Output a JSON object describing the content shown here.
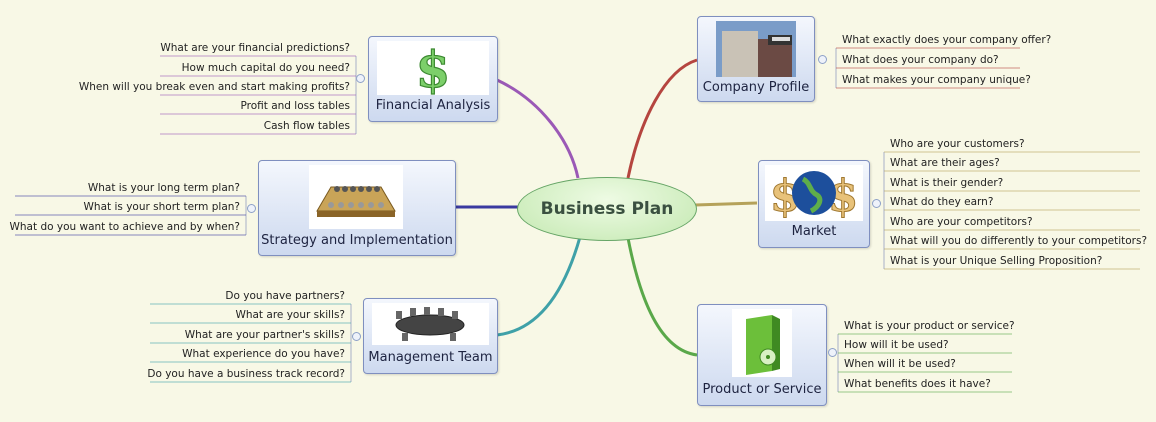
{
  "central_topic": "Business Plan",
  "branches": [
    {
      "id": "financial",
      "label": "Financial Analysis",
      "icon": "dollar-sign-icon",
      "color": "#9b59b6",
      "items": [
        "What are your financial predictions?",
        "How much capital do you need?",
        "When will you break even and start making profits?",
        "Profit and loss tables",
        "Cash flow tables"
      ]
    },
    {
      "id": "strategy",
      "label": "Strategy and Implementation",
      "icon": "chessboard-icon",
      "color": "#3a3aa0",
      "items": [
        "What is your long term plan?",
        "What is your short term plan?",
        "What do you want to achieve and by when?"
      ]
    },
    {
      "id": "management",
      "label": "Management Team",
      "icon": "conference-table-icon",
      "color": "#3fa1a8",
      "items": [
        "Do you have partners?",
        "What are your skills?",
        "What are your partner's skills?",
        "What experience do you have?",
        "Do you have a business track record?"
      ]
    },
    {
      "id": "company",
      "label": "Company Profile",
      "icon": "building-icon",
      "color": "#b5453f",
      "items": [
        "What exactly does your company offer?",
        "What does your company do?",
        "What makes your company unique?"
      ]
    },
    {
      "id": "market",
      "label": "Market",
      "icon": "globe-dollar-icon",
      "color": "#b5a25a",
      "items": [
        "Who are your customers?",
        "What are their ages?",
        "What is their gender?",
        "What do they earn?",
        "Who are your competitors?",
        "What will you do differently to your competitors?",
        "What is your Unique Selling Proposition?"
      ]
    },
    {
      "id": "product",
      "label": "Product or Service",
      "icon": "product-box-icon",
      "color": "#5aa84a",
      "items": [
        "What is your product or service?",
        "How will it be used?",
        "When will it be used?",
        "What benefits does it have?"
      ]
    }
  ]
}
